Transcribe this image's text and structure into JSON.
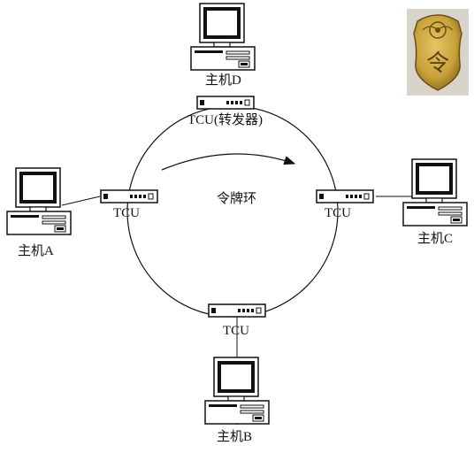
{
  "labels": {
    "host_a": "主机A",
    "host_b": "主机B",
    "host_c": "主机C",
    "host_d": "主机D",
    "tcu_d": "TCU(转发器)",
    "tcu_a": "TCU",
    "tcu_b": "TCU",
    "tcu_c": "TCU",
    "ring": "令牌环"
  },
  "token_badge": {
    "character": "令",
    "icon": "token-medallion"
  },
  "colors": {
    "stroke": "#111111",
    "badge_gold": "#c9a23a",
    "badge_dark": "#8a6a1c"
  }
}
